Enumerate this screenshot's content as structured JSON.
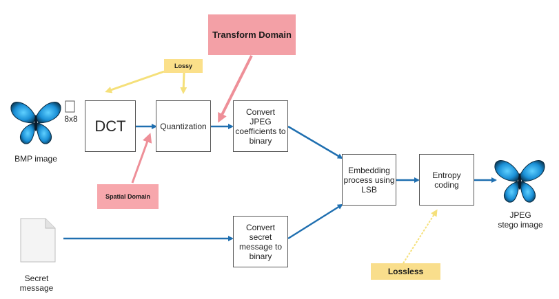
{
  "nodes": {
    "bmp_caption": "BMP image",
    "block_label": "8x8",
    "dct": "DCT",
    "quantization": "Quantization",
    "convert_jpeg": "Convert\nJPEG\ncoefficients to\nbinary",
    "embedding": "Embedding\nprocess using\nLSB",
    "entropy": "Entropy\ncoding",
    "jpeg_caption": "JPEG\nstego image",
    "convert_secret": "Convert\nsecret\nmessage to\nbinary",
    "secret_caption": "Secret\nmessage"
  },
  "tags": {
    "transform_domain": "Transform Domain",
    "lossy": "Lossy",
    "spatial_domain": "Spatial Domain",
    "lossless": "Lossless"
  },
  "colors": {
    "flow_arrow": "#1f6fb0",
    "lossy_arrow": "#f5e07a",
    "domain_arrow": "#ee8f98",
    "transform_fill": "#f3a0a6",
    "lossy_fill": "#fbe08a",
    "spatial_fill": "#f7a7ac",
    "lossless_fill": "#f9de8c",
    "butterfly": "#1a8fd6"
  },
  "icons": {
    "bmp": "butterfly-icon",
    "jpeg": "butterfly-icon",
    "secret": "document-icon"
  }
}
